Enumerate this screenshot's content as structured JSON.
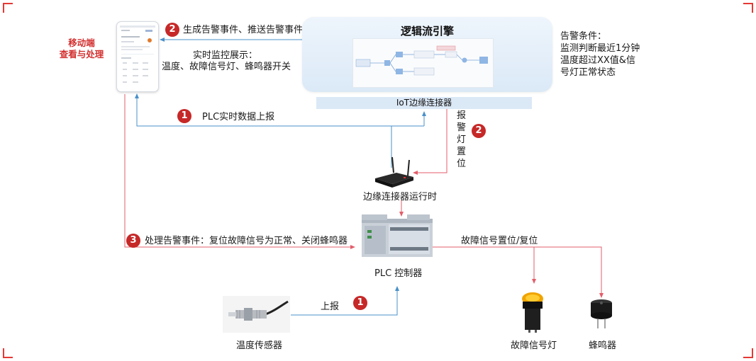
{
  "mobile": {
    "title_line1": "移动端",
    "title_line2": "查看与处理"
  },
  "engine": {
    "title": "逻辑流引擎"
  },
  "iot_connector": {
    "label": "IoT边缘连接器"
  },
  "alarm_condition": {
    "line1": "告警条件：",
    "line2": "监测判断最近1分钟",
    "line3": "温度超过XX值&信",
    "line4": "号灯正常状态"
  },
  "step2_top": {
    "badge": "2",
    "text": "生成告警事件、推送告警事件消息"
  },
  "realtime": {
    "line1": "实时监控展示：",
    "line2": "温度、故障信号灯、蜂鸣器开关"
  },
  "step1_report": {
    "badge": "1",
    "text": "PLC实时数据上报"
  },
  "step2_alarm": {
    "badge": "2",
    "chars": [
      "报",
      "警",
      "灯",
      "置",
      "位"
    ]
  },
  "edge_runtime": {
    "label": "边缘连接器运行时"
  },
  "step3": {
    "badge": "3",
    "text": "处理告警事件：复位故障信号为正常、关闭蜂鸣器"
  },
  "plc": {
    "label": "PLC 控制器"
  },
  "fault_signal_set": {
    "text": "故障信号置位/复位"
  },
  "sensor": {
    "label": "温度传感器"
  },
  "sensor_report": {
    "badge": "1",
    "text": "上报"
  },
  "fault_lamp": {
    "label": "故障信号灯"
  },
  "buzzer": {
    "label": "蜂鸣器"
  },
  "colors": {
    "blue_line": "#4a90c8",
    "red_line": "#e35d6a",
    "badge": "#c62828",
    "engine_bg": "#dbe9f7"
  }
}
